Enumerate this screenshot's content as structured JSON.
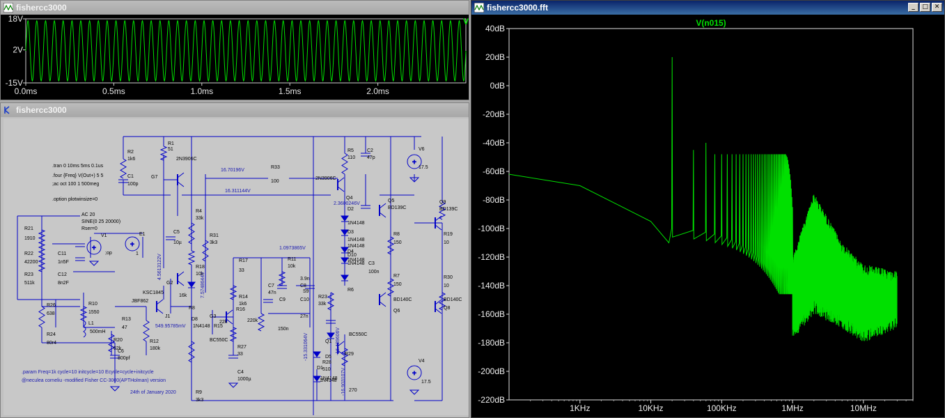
{
  "transient": {
    "title": "fishercc3000",
    "trace_mark": "V",
    "y_ticks": [
      "18V",
      "2V",
      "-15V"
    ],
    "x_ticks": [
      "0.0ms",
      "0.5ms",
      "1.0ms",
      "1.5ms",
      "2.0ms"
    ],
    "trace_color": "#00e000"
  },
  "schematic": {
    "title": "fishercc3000",
    "wire_color": "#0000c8",
    "labels": [
      {
        "t": "R1"
      },
      {
        "t": "51"
      },
      {
        "t": "2N3906C"
      },
      {
        "t": "R2"
      },
      {
        "t": "1k6"
      },
      {
        "t": "C1"
      },
      {
        "t": "100p"
      },
      {
        "t": "G7"
      },
      {
        "t": ".tran 0 10ms 5ms 0.1us"
      },
      {
        "t": ".four {Freq} V(Out+) 5 5"
      },
      {
        "t": ";ac oct 100 1 500meg"
      },
      {
        "t": ".option plotwinsize=0"
      },
      {
        "t": "16.70196V"
      },
      {
        "t": "16.311144V"
      },
      {
        "t": "R33"
      },
      {
        "t": "100"
      },
      {
        "t": "R4"
      },
      {
        "t": "33k"
      },
      {
        "t": "C5"
      },
      {
        "t": "10µ"
      },
      {
        "t": "R31"
      },
      {
        "t": "3k3"
      },
      {
        "t": "R18"
      },
      {
        "t": "10k"
      },
      {
        "t": "R5"
      },
      {
        "t": "110"
      },
      {
        "t": "C2"
      },
      {
        "t": "47p"
      },
      {
        "t": "V6"
      },
      {
        "t": "17.5"
      },
      {
        "t": "2N3906C"
      },
      {
        "t": "Q4"
      },
      {
        "t": "2.3600246V"
      },
      {
        "t": "Q5"
      },
      {
        "t": "BD139C"
      },
      {
        "t": "Q9"
      },
      {
        "t": "BD139C"
      },
      {
        "t": "D2"
      },
      {
        "t": "1N4148"
      },
      {
        "t": "D3"
      },
      {
        "t": "1N4148"
      },
      {
        "t": "D4"
      },
      {
        "t": "D10"
      },
      {
        "t": "1N4148"
      },
      {
        "t": "C3"
      },
      {
        "t": "100n"
      },
      {
        "t": "R8"
      },
      {
        "t": "150"
      },
      {
        "t": "R7"
      },
      {
        "t": "150"
      },
      {
        "t": "R19"
      },
      {
        "t": "10"
      },
      {
        "t": "R30"
      },
      {
        "t": "10"
      },
      {
        "t": "BD140C"
      },
      {
        "t": "Q8"
      },
      {
        "t": "BD140C"
      },
      {
        "t": "Q6"
      },
      {
        "t": "R6"
      },
      {
        "t": "1.0973865V"
      },
      {
        "t": "R11"
      },
      {
        "t": "10k"
      },
      {
        "t": "3.9n"
      },
      {
        "t": "R17"
      },
      {
        "t": "33"
      },
      {
        "t": "C7"
      },
      {
        "t": "47n"
      },
      {
        "t": "C8"
      },
      {
        "t": "R14"
      },
      {
        "t": "1k6"
      },
      {
        "t": "C9"
      },
      {
        "t": "C10"
      },
      {
        "t": "27n"
      },
      {
        "t": "R16"
      },
      {
        "t": "220k"
      },
      {
        "t": "150n"
      },
      {
        "t": "R23"
      },
      {
        "t": "33k"
      },
      {
        "t": "BC550C"
      },
      {
        "t": "Q1"
      },
      {
        "t": "R28"
      },
      {
        "t": "510"
      },
      {
        "t": "D5"
      },
      {
        "t": "R29"
      },
      {
        "t": "D1"
      },
      {
        "t": "1N4148"
      },
      {
        "t": "270"
      },
      {
        "t": "V4"
      },
      {
        "t": "17.5"
      },
      {
        "t": "R21"
      },
      {
        "t": "1910"
      },
      {
        "t": "R22"
      },
      {
        "t": "42200"
      },
      {
        "t": "R23"
      },
      {
        "t": "511k"
      },
      {
        "t": "C11"
      },
      {
        "t": "1n5F"
      },
      {
        "t": "C12"
      },
      {
        "t": "8n2F"
      },
      {
        "t": "AC 20"
      },
      {
        "t": "SINE(0 25 20000)"
      },
      {
        "t": "Rser=0"
      },
      {
        "t": "V1"
      },
      {
        "t": "E1"
      },
      {
        "t": ";op"
      },
      {
        "t": "1"
      },
      {
        "t": "R26"
      },
      {
        "t": "638"
      },
      {
        "t": "R24"
      },
      {
        "t": "80r4"
      },
      {
        "t": "R10"
      },
      {
        "t": "1550"
      },
      {
        "t": "L1"
      },
      {
        "t": "500mH"
      },
      {
        "t": "R13"
      },
      {
        "t": "47"
      },
      {
        "t": "JBF862"
      },
      {
        "t": "J1"
      },
      {
        "t": "R20"
      },
      {
        "t": "62k"
      },
      {
        "t": "C6"
      },
      {
        "t": "800pf"
      },
      {
        "t": "R12"
      },
      {
        "t": "180k"
      },
      {
        "t": "G2"
      },
      {
        "t": "KSC1845"
      },
      {
        "t": "16k"
      },
      {
        "t": "R8"
      },
      {
        "t": "D8"
      },
      {
        "t": "1N4148"
      },
      {
        "t": "G3"
      },
      {
        "t": "R15"
      },
      {
        "t": "22k"
      },
      {
        "t": "BC550C"
      },
      {
        "t": "R27"
      },
      {
        "t": "33"
      },
      {
        "t": "C4"
      },
      {
        "t": "1000µ"
      },
      {
        "t": "R9"
      },
      {
        "t": "3k3"
      },
      {
        "t": "4.5613122V"
      },
      {
        "t": "7.5748644V"
      },
      {
        "t": "549.95785mV"
      },
      {
        "t": "-15.331064V"
      },
      {
        "t": "-16.489606V"
      },
      {
        "t": "-16.903107V"
      },
      {
        "t": ".param Freq=1k cycle=10 initcycle=10 Ecycle=cycle+initcycle"
      },
      {
        "t": "@neculea corneliu -modified Fisher CC-3000(APTHolman) version"
      },
      {
        "t": "24th of January 2020"
      },
      {
        "t": "1N4148"
      },
      {
        "t": "1N4148"
      },
      {
        "t": "S9"
      },
      {
        "t": "1N4148"
      }
    ]
  },
  "fft": {
    "title": "fishercc3000.fft",
    "trace_label": "V(n015)",
    "y_ticks": [
      "40dB",
      "20dB",
      "0dB",
      "-20dB",
      "-40dB",
      "-60dB",
      "-80dB",
      "-100dB",
      "-120dB",
      "-140dB",
      "-160dB",
      "-180dB",
      "-200dB",
      "-220dB"
    ],
    "x_ticks": [
      "1KHz",
      "10KHz",
      "100KHz",
      "1MHz",
      "10MHz"
    ],
    "trace_color": "#00e000",
    "label_color": "#00e000"
  },
  "chart_data": [
    {
      "type": "line",
      "title": "",
      "xlabel": "",
      "ylabel": "",
      "xlim": [
        0.0,
        2.5
      ],
      "ylim": [
        -15,
        18
      ],
      "x_unit": "ms",
      "y_unit": "V",
      "series": [
        {
          "name": "V",
          "frequency_khz": 20,
          "amplitude": 15.5,
          "offset": 1.5
        }
      ]
    },
    {
      "type": "line",
      "title": "V(n015)",
      "xlabel": "",
      "ylabel": "",
      "x_scale": "log",
      "xlim": [
        100,
        50000000
      ],
      "ylim": [
        -220,
        40
      ],
      "x_unit": "Hz",
      "y_unit": "dB",
      "series": [
        {
          "name": "V(n015)",
          "noise_floor": [
            [
              100,
              -62
            ],
            [
              1000,
              -70
            ],
            [
              10000,
              -95
            ],
            [
              18000,
              -110
            ]
          ],
          "harmonics_hz": [
            20000,
            40000,
            60000,
            80000,
            100000,
            120000,
            140000,
            160000,
            180000,
            200000,
            220000,
            240000,
            260000,
            280000,
            300000,
            320000,
            340000,
            360000,
            380000,
            400000,
            420000,
            440000,
            460000,
            480000,
            500000,
            520000,
            540000,
            560000,
            580000,
            600000,
            620000,
            640000,
            660000,
            680000,
            700000,
            720000,
            740000,
            760000,
            780000,
            800000,
            820000,
            840000,
            860000,
            880000,
            900000,
            920000,
            940000,
            960000,
            980000,
            1000000
          ],
          "harmonic_peaks_db": [
            20,
            -45,
            -40,
            -48,
            -48,
            -48,
            -48,
            -48,
            -48,
            -48,
            -48,
            -48,
            -48,
            -48,
            -48,
            -48,
            -48,
            -48,
            -48,
            -48,
            -48,
            -48,
            -48,
            -48,
            -48,
            -48,
            -48,
            -48,
            -48,
            -48,
            -48,
            -48,
            -48,
            -48,
            -48,
            -48,
            -48,
            -48,
            -48,
            -48,
            -49,
            -50,
            -52,
            -55,
            -58,
            -62,
            -66,
            -72,
            -78,
            -85
          ],
          "hf_band": [
            [
              1000000,
              -120,
              -178
            ],
            [
              2000000,
              -75,
              -160
            ],
            [
              5000000,
              -110,
              -170
            ],
            [
              10000000,
              -125,
              -180
            ],
            [
              30000000,
              -130,
              -170
            ]
          ]
        }
      ]
    }
  ]
}
